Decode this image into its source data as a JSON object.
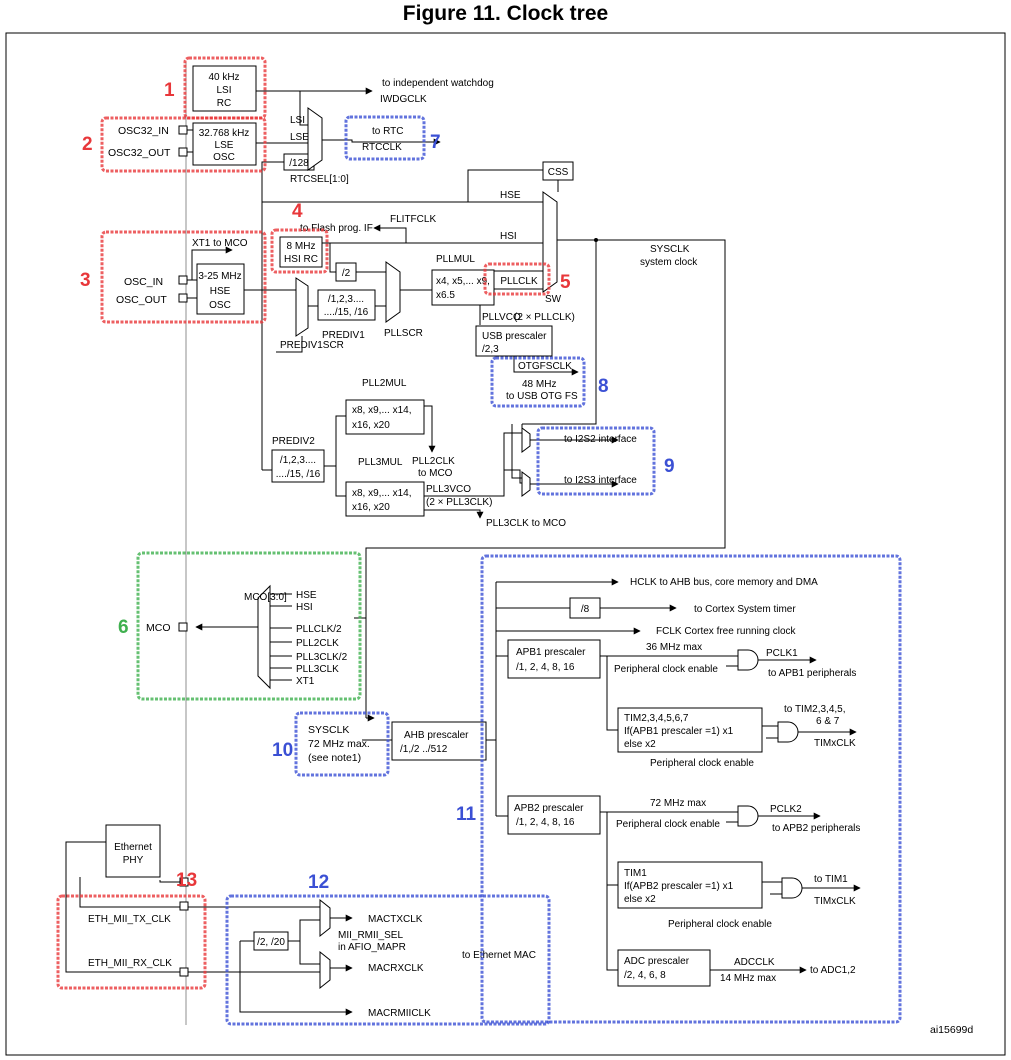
{
  "title": "Figure 11. Clock tree",
  "footer_id": "ai15699d",
  "colors": {
    "red_zone": "#e8373a",
    "blue_zone": "#3b50d4",
    "green_zone": "#3fb04f"
  },
  "zone_numbers": [
    "1",
    "2",
    "3",
    "4",
    "5",
    "6",
    "7",
    "8",
    "9",
    "10",
    "11",
    "12",
    "13"
  ],
  "pins": {
    "osc32_in": "OSC32_IN",
    "osc32_out": "OSC32_OUT",
    "osc_in": "OSC_IN",
    "osc_out": "OSC_OUT",
    "mco": "MCO",
    "eth_tx": "ETH_MII_TX_CLK",
    "eth_rx": "ETH_MII_RX_CLK"
  },
  "blocks": {
    "lsi": [
      "40 kHz",
      "LSI",
      "RC"
    ],
    "lse": [
      "32.768 kHz",
      "LSE",
      "OSC"
    ],
    "hse": [
      "3-25 MHz",
      "HSE",
      "OSC"
    ],
    "hsi": [
      "8 MHz",
      "HSI RC"
    ],
    "div128": "/128",
    "div2": "/2",
    "prediv1": [
      "/1,2,3....",
      "..../15, /16"
    ],
    "prediv2": [
      "/1,2,3....",
      "..../15, /16"
    ],
    "pllmul": [
      "x4, x5,... x9,",
      "x6.5"
    ],
    "pll2mul": [
      "x8, x9,... x14,",
      "x16, x20"
    ],
    "pll3mul": [
      "x8, x9,... x14,",
      "x16, x20"
    ],
    "pllclk": "PLLCLK",
    "css": "CSS",
    "usb_prescaler": [
      "USB prescaler",
      "/2,3"
    ],
    "div8": "/8",
    "apb1": [
      "APB1 prescaler",
      "/1, 2, 4, 8, 16"
    ],
    "apb2": [
      "APB2 prescaler",
      "/1, 2, 4, 8, 16"
    ],
    "tim2": [
      "TIM2,3,4,5,6,7",
      "If(APB1 prescaler =1) x1",
      "else x2"
    ],
    "tim1": [
      "TIM1",
      "If(APB2 prescaler =1) x1",
      "else x2"
    ],
    "adc": [
      "ADC prescaler",
      "/2, 4, 6, 8"
    ],
    "ahb": [
      "AHB prescaler",
      "/1,/2 ../512"
    ],
    "sysclk_box": [
      "SYSCLK",
      "72 MHz max.",
      "(see note1)"
    ],
    "eth_phy": [
      "Ethernet",
      "PHY"
    ],
    "div2_20": "/2, /20"
  },
  "labels": {
    "to_iwdg": "to independent watchdog",
    "iwdgclk": "IWDGCLK",
    "lsi": "LSI",
    "lse": "LSE",
    "hse": "HSE",
    "hsi": "HSI",
    "to_rtc": "to RTC",
    "rtcclk": "RTCCLK",
    "rtcsel": "RTCSEL[1:0]",
    "to_flash": "to Flash prog. IF",
    "flitfclk": "FLITFCLK",
    "xt1_mco": "XT1 to MCO",
    "sysclk": "SYSCLK",
    "system_clock": "system clock",
    "pllmul": "PLLMUL",
    "sw": "SW",
    "pllscr": "PLLSCR",
    "prediv1": "PREDIV1",
    "prediv1scr": "PREDIV1SCR",
    "pllvco": "PLLVCO",
    "pllvco_eq": "(2 × PLLCLK)",
    "otgfsclk": "OTGFSCLK",
    "usb_48": "48 MHz",
    "to_usb_otg": "to USB OTG FS",
    "pll2mul": "PLL2MUL",
    "prediv2": "PREDIV2",
    "pll2clk": "PLL2CLK",
    "to_mco": "to MCO",
    "pll3mul": "PLL3MUL",
    "pll3vco": "PLL3VCO",
    "pll3vco_eq": "(2 × PLL3CLK)",
    "pll3clk_mco": "PLL3CLK to MCO",
    "i2s2": "to I2S2 interface",
    "i2s3": "to I2S3 interface",
    "mco_sel": "MCO[3:0]",
    "mco_inputs": [
      "HSE",
      "HSI",
      "PLLCLK/2",
      "PLL2CLK",
      "PLL3CLK/2",
      "PLL3CLK",
      "XT1"
    ],
    "hclk": "HCLK to AHB bus, core memory and DMA",
    "cortex_timer": "to Cortex System timer",
    "fclk": "FCLK Cortex free running clock",
    "apb1_max": "36 MHz max",
    "pclk1": "PCLK1",
    "to_apb1": "to APB1 peripherals",
    "pce1": "Peripheral clock enable",
    "to_tim2": [
      "to TIM2,3,4,5,",
      "6 & 7"
    ],
    "timxclk": "TIMxCLK",
    "pce2": "Peripheral clock enable",
    "apb2_max": "72 MHz max",
    "pclk2": "PCLK2",
    "to_apb2": "to APB2 peripherals",
    "pce3": "Peripheral clock enable",
    "to_tim1": "to TIM1",
    "timxclk2": "TIMxCLK",
    "pce4": "Peripheral clock enable",
    "adcclk": "ADCCLK",
    "adc_max": "14 MHz max",
    "to_adc": "to ADC1,2",
    "mactxclk": "MACTXCLK",
    "macrxclk": "MACRXCLK",
    "macrmiiclk": "MACRMIICLK",
    "mii_sel": [
      "MII_RMII_SEL",
      "in AFIO_MAPR"
    ],
    "to_eth_mac": "to Ethernet MAC"
  }
}
